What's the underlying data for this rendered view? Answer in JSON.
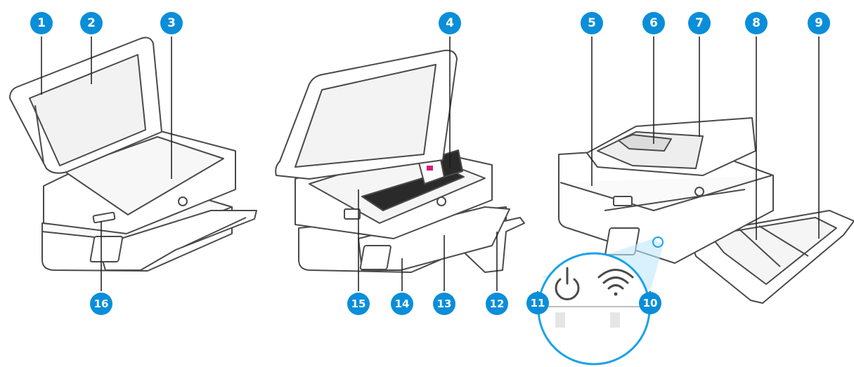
{
  "figure": {
    "colors": {
      "callout": "#0a8ed9",
      "outline": "#4a4a4a",
      "zoom_circle": "#1aa3e8",
      "zoom_fill": "#bfe7fb"
    },
    "callouts": [
      {
        "label": "1"
      },
      {
        "label": "2"
      },
      {
        "label": "3"
      },
      {
        "label": "4"
      },
      {
        "label": "5"
      },
      {
        "label": "6"
      },
      {
        "label": "7"
      },
      {
        "label": "8"
      },
      {
        "label": "9"
      },
      {
        "label": "10"
      },
      {
        "label": "11"
      },
      {
        "label": "12"
      },
      {
        "label": "13"
      },
      {
        "label": "14"
      },
      {
        "label": "15"
      },
      {
        "label": "16"
      }
    ],
    "icons": {
      "power": "power-icon",
      "wifi": "wifi-icon",
      "logo": "hp-logo-icon"
    }
  }
}
